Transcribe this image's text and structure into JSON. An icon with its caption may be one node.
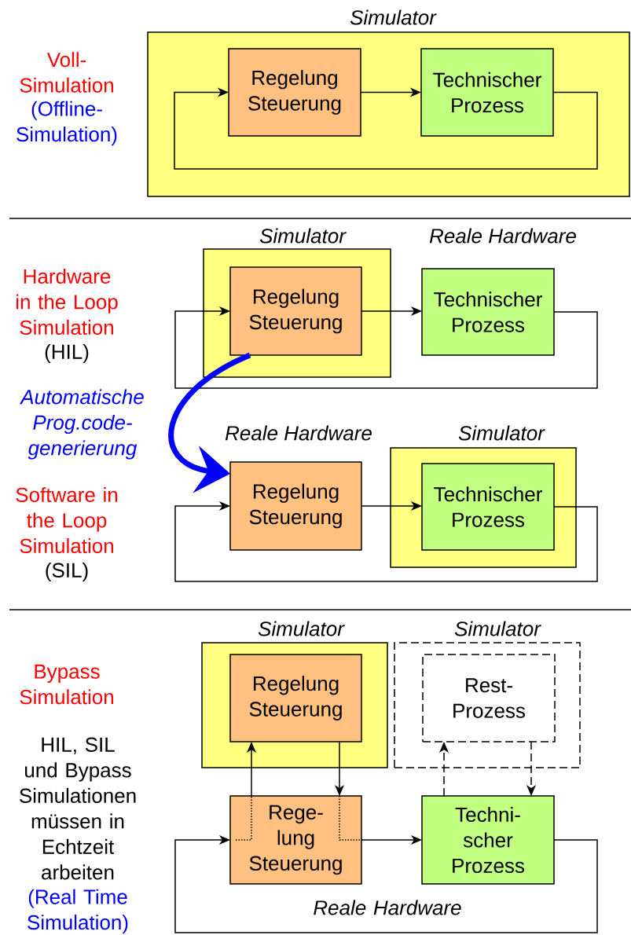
{
  "diagram": {
    "nodes": [
      {
        "text": [
          "Simulator"
        ]
      },
      {
        "text": [
          "Regelung Steuerung"
        ],
        "in": 0
      },
      {
        "text": [
          "Technischer Prozess"
        ],
        "in": 0
      },
      {
        "text": [
          "Simulator"
        ]
      },
      {
        "text": [
          "Regelung Steuerung"
        ],
        "in": 3
      },
      {
        "text": [
          "Reale Hardware",
          "Technischer Prozess"
        ]
      },
      {
        "text": [
          "Reale Hardware",
          "Regelung Steuerung"
        ]
      },
      {
        "text": [
          "Simulator"
        ]
      },
      {
        "text": [
          "Technischer Prozess"
        ],
        "in": 7
      },
      {
        "text": [
          "Simulator"
        ]
      },
      {
        "text": [
          "Regelung Steuerung"
        ],
        "in": 9
      },
      {
        "text": [
          "Simulator"
        ]
      },
      {
        "text": [
          "Rest- Prozess"
        ],
        "in": 11
      },
      {
        "text": [
          "Rege- lung Steuerung"
        ]
      },
      {
        "text": [
          "Techni- scher Prozess"
        ]
      }
    ],
    "edges": [
      {
        "from": 1,
        "to": 2,
        "arrow": "to"
      },
      {
        "from": 2,
        "to": 1,
        "arrow": "to"
      },
      {
        "from": 4,
        "to": 5,
        "arrow": "to"
      },
      {
        "from": 5,
        "to": 4,
        "arrow": "to"
      },
      {
        "from": 4,
        "to": 6,
        "arrow": "to",
        "label": "Automatische Prog.code- generierung",
        "style": "thick",
        "color": "#0000ff"
      },
      {
        "from": 6,
        "to": 8,
        "arrow": "to"
      },
      {
        "from": 8,
        "to": 6,
        "arrow": "to"
      },
      {
        "from": 13,
        "to": 10,
        "arrow": "to"
      },
      {
        "from": 10,
        "to": 13,
        "arrow": "to"
      },
      {
        "from": 14,
        "to": 12,
        "arrow": "to",
        "style": "dashed"
      },
      {
        "from": 12,
        "to": 14,
        "arrow": "to",
        "style": "dashed"
      },
      {
        "from": 13,
        "to": 14,
        "arrow": "to"
      },
      {
        "from": 14,
        "to": 13,
        "arrow": "to"
      }
    ],
    "labels": [
      "Voll- Simulation",
      "(Offline- Simulation)",
      "Hardware in the Loop Simulation",
      "(HIL)",
      "Software in the Loop Simulation",
      "(SIL)",
      "Bypass Simulation",
      "HIL, SIL und Bypass Simulationen müssen in Echtzeit arbeiten",
      "(Real Time Simulation)",
      "Reale Hardware"
    ]
  }
}
